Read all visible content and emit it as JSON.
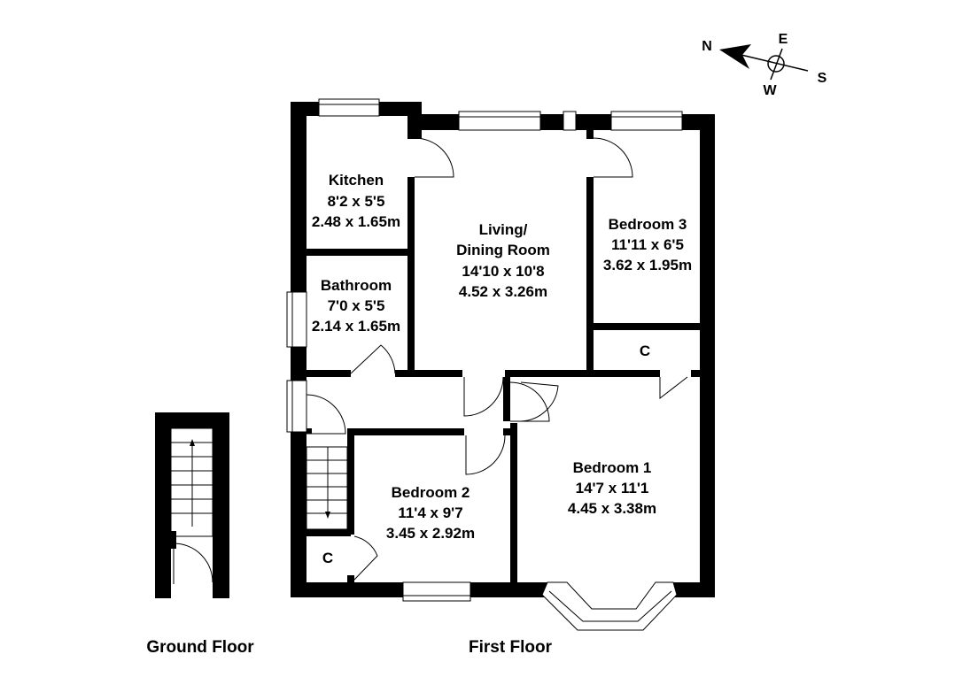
{
  "compass": {
    "n": "N",
    "e": "E",
    "s": "S",
    "w": "W"
  },
  "rooms": {
    "kitchen": {
      "name": "Kitchen",
      "imperial": "8'2 x 5'5",
      "metric": "2.48 x 1.65m"
    },
    "living": {
      "name_line1": "Living/",
      "name_line2": "Dining Room",
      "imperial": "14'10 x 10'8",
      "metric": "4.52 x 3.26m"
    },
    "bedroom3": {
      "name": "Bedroom 3",
      "imperial": "11'11 x 6'5",
      "metric": "3.62 x 1.95m"
    },
    "bathroom": {
      "name": "Bathroom",
      "imperial": "7'0 x 5'5",
      "metric": "2.14 x 1.65m"
    },
    "bedroom2": {
      "name": "Bedroom 2",
      "imperial": "11'4 x 9'7",
      "metric": "3.45 x 2.92m"
    },
    "bedroom1": {
      "name": "Bedroom 1",
      "imperial": "14'7 x 11'1",
      "metric": "4.45 x 3.38m"
    },
    "cupboard_upper": {
      "name": "C"
    },
    "cupboard_lower": {
      "name": "C"
    }
  },
  "floors": {
    "ground": "Ground Floor",
    "first": "First Floor"
  }
}
